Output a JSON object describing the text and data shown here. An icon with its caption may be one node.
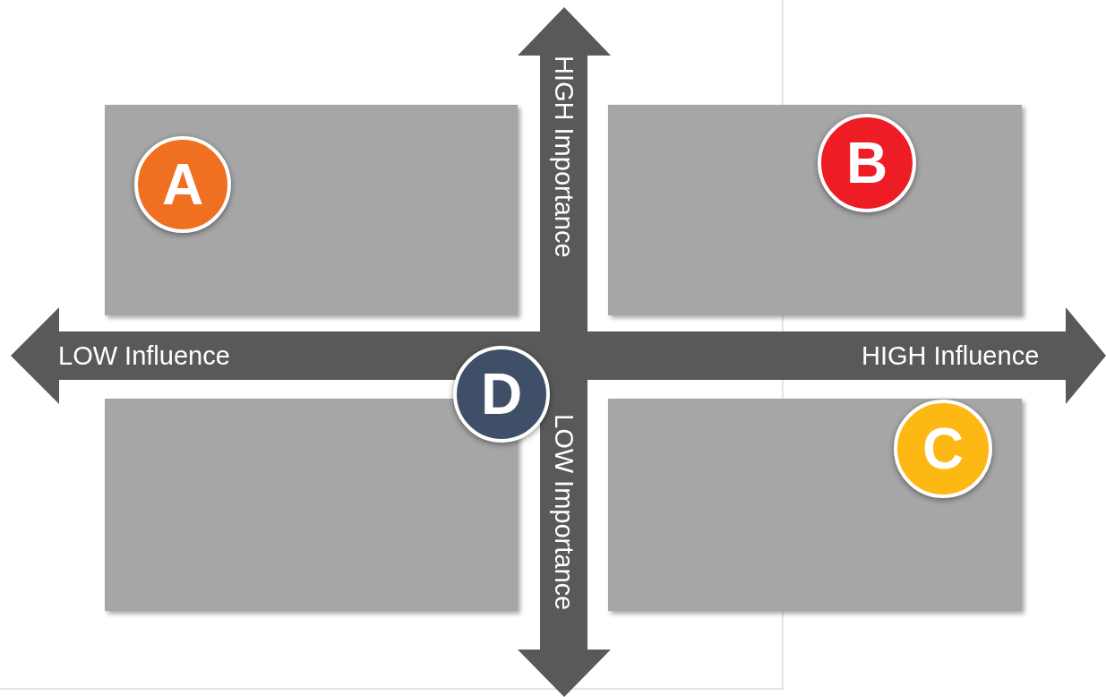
{
  "diagram": {
    "nodes": [
      {
        "text": [],
        "shape": "box"
      },
      {
        "text": [
          "A"
        ],
        "in": 0
      },
      {
        "text": [],
        "shape": "box"
      },
      {
        "text": [
          "B"
        ],
        "in": 2
      },
      {
        "text": [],
        "shape": "box"
      },
      {
        "text": [],
        "shape": "box"
      },
      {
        "text": [
          "C"
        ],
        "in": 5
      },
      {
        "text": [
          "D"
        ]
      }
    ],
    "edges": [],
    "labels": [
      "HIGH Importance",
      "LOW Influence",
      "HIGH Influence",
      "LOW Importance"
    ]
  }
}
